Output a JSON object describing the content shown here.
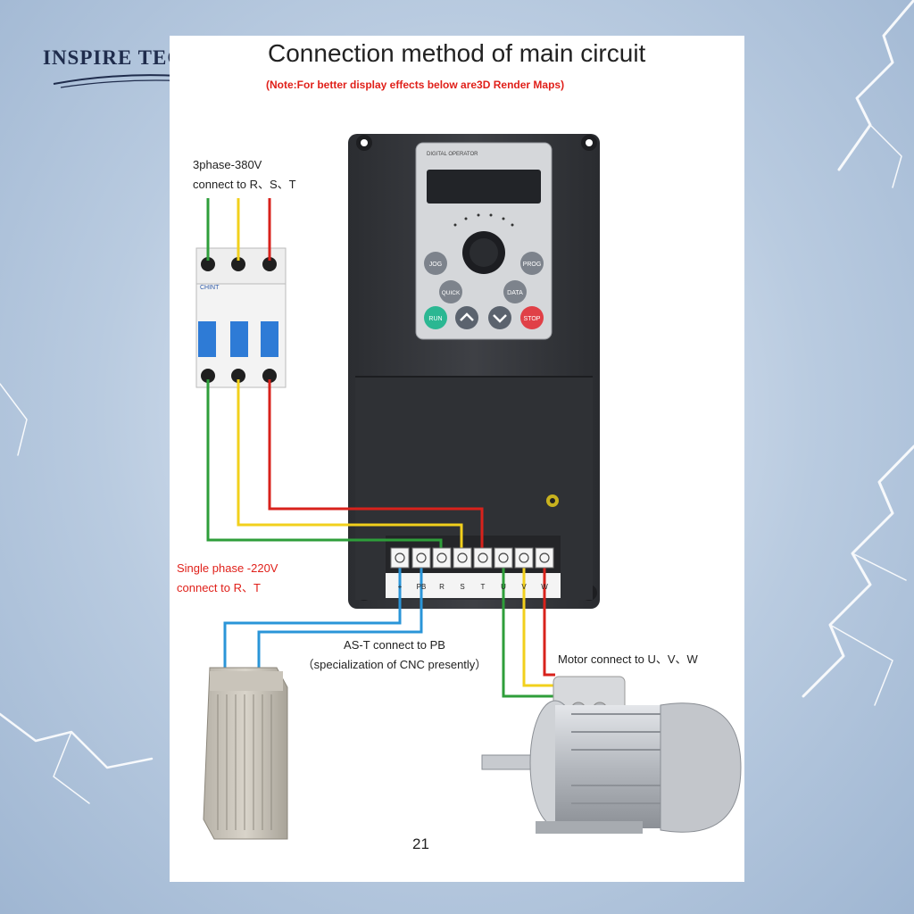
{
  "brand": {
    "name": "INSPIRE TECH"
  },
  "header": {
    "title": "Connection method of main circuit",
    "note": "(Note:For better display effects  below are3D Render Maps)"
  },
  "labels": {
    "three_phase_line1": "3phase-380V",
    "three_phase_line2": "connect to R、S、T",
    "single_phase_line1": "Single phase -220V",
    "single_phase_line2": "connect to R、T",
    "brake_line1": "AS-T connect to PB",
    "brake_line2": "（specialization of CNC presently）",
    "motor": "Motor connect to U、V、W"
  },
  "breaker": {
    "brand": "CHINT"
  },
  "keypad": {
    "header": "DIGITAL OPERATOR",
    "keys": {
      "jog": "JOG",
      "prog": "PROG",
      "quick": "QUICK",
      "data": "DATA",
      "run": "RUN",
      "stop": "STOP"
    }
  },
  "terminal_labels": [
    "+",
    "PB",
    "R",
    "S",
    "T",
    "U",
    "V",
    "W"
  ],
  "page_number": "21",
  "colors": {
    "wire_green": "#2e9e3a",
    "wire_yellow": "#f2d01c",
    "wire_red": "#d8221c",
    "wire_blue": "#2a95d8",
    "accent_red": "#e0201a"
  }
}
